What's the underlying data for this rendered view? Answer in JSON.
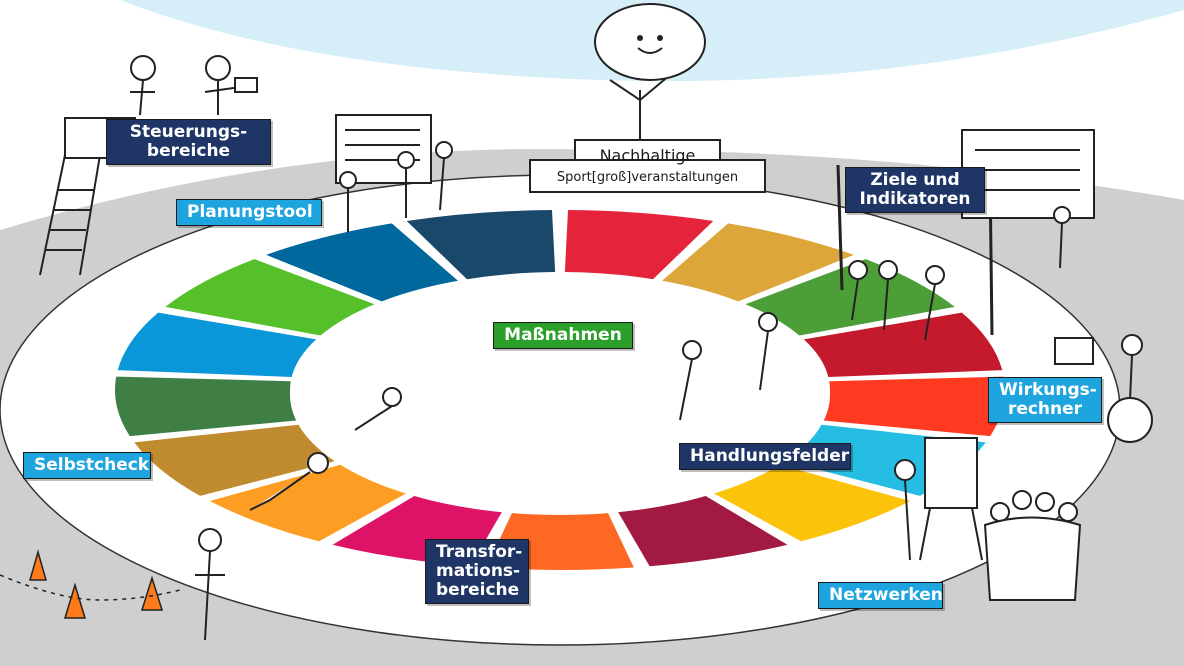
{
  "labels": {
    "steuerung": "Steuerungs-\nbereiche",
    "planungstool": "Planungstool",
    "ziele": "Ziele und\nIndikatoren",
    "massnahmen": "Maßnahmen",
    "wirkungsrechner": "Wirkungs-\nrechner",
    "selbstcheck": "Selbstcheck",
    "handlungsfelder": "Handlungsfelder",
    "transformation": "Transfor-\nmations-\nbereiche",
    "netzwerken": "Netzwerken"
  },
  "podium": {
    "line1": "Nachhaltige",
    "line2": "Sport[groß]veranstaltungen"
  },
  "colors": {
    "navy": "#1e3566",
    "cyan": "#1ea5df",
    "green": "#2aa02a",
    "sky": "#d6eef8",
    "ground": "#cfcfcf",
    "sdg": [
      "#e5243b",
      "#dda63a",
      "#4c9f38",
      "#c5192d",
      "#ff3a21",
      "#26bde2",
      "#fcc30b",
      "#a21942",
      "#fd6925",
      "#dd1367",
      "#fd9d24",
      "#bf8b2e",
      "#3f7e44",
      "#0a97d9",
      "#56c02b",
      "#00689d",
      "#19486a"
    ]
  }
}
